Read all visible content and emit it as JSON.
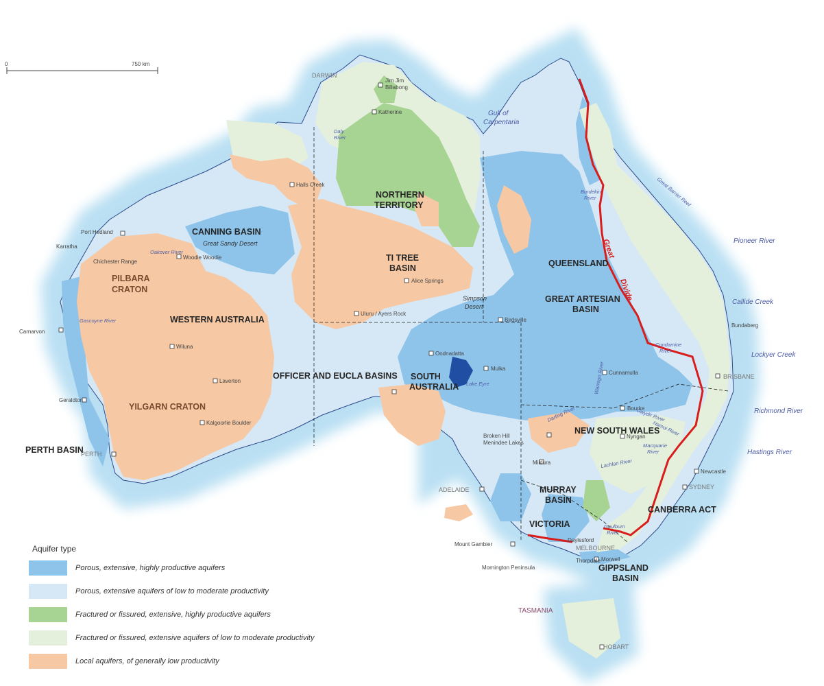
{
  "scale": {
    "start": "0",
    "end": "750 km"
  },
  "legend": {
    "title": "Aquifer type",
    "items": [
      {
        "label": "Porous, extensive, highly productive aquifers",
        "color": "#8ec3ea"
      },
      {
        "label": "Porous, extensive aquifers of low to moderate productivity",
        "color": "#d6e8f6"
      },
      {
        "label": "Fractured or fissured, extensive, highly productive aquifers",
        "color": "#a7d493"
      },
      {
        "label": "Fractured or fissured, extensive aquifers of low to moderate productivity",
        "color": "#e4f0dc"
      },
      {
        "label": "Local aquifers, of generally low productivity",
        "color": "#f6c8a4"
      }
    ]
  },
  "regions": {
    "canning": "CANNING BASIN",
    "pilbara1": "PILBARA",
    "pilbara2": "CRATON",
    "wa": "WESTERN AUSTRALIA",
    "yilgarn": "YILGARN CRATON",
    "perth_basin": "PERTH BASIN",
    "officer": "OFFICER AND EUCLA BASINS",
    "nt1": "NORTHERN",
    "nt2": "TERRITORY",
    "titree1": "TI TREE",
    "titree2": "BASIN",
    "qld": "QUEENSLAND",
    "gab1": "GREAT ARTESIAN",
    "gab2": "BASIN",
    "sa1": "SOUTH",
    "sa2": "AUSTRALIA",
    "nsw": "NEW SOUTH WALES",
    "murray1": "MURRAY",
    "murray2": "BASIN",
    "vic": "VICTORIA",
    "canberra": "CANBERRA  ACT",
    "gipps1": "GIPPSLAND",
    "gipps2": "BASIN",
    "tasmania": "TASMANIA"
  },
  "places": {
    "darwin": "DARWIN",
    "jimjim1": "Jim Jim",
    "jimjim2": "Billabong",
    "katherine": "Katherine",
    "hallscreek": "Halls Creek",
    "porthedland": "Port Hedland",
    "karratha": "Karratha",
    "chichester": "Chichester Range",
    "woodie": "Woodie Woodie",
    "carnarvon": "Carnarvon",
    "wiluna": "Wiluna",
    "laverton": "Laverton",
    "geraldton": "Geraldton",
    "kalgoorlie": "Kalgoorlie Boulder",
    "perth": "PERTH",
    "alice": "Alice Springs",
    "uluru": "Uluru / Ayers Rock",
    "birdsville": "Birdsville",
    "oodnadatta": "Oodnadatta",
    "mulka": "Mulka",
    "laketyre": "Lake Eyre",
    "cunnamulla": "Cunnamulla",
    "brisbane": "BRISBANE",
    "bundaberg": "Bundaberg",
    "bourke": "Bourke",
    "brokenhill1": "Broken Hill",
    "brokenhill2": "Menindee Lakes",
    "nyngan": "Nyngan",
    "mildura": "Mildura",
    "adelaide": "ADELAIDE",
    "newcastle": "Newcastle",
    "sydney": "SYDNEY",
    "mountgambier": "Mount Gambier",
    "daylesford": "Daylesford",
    "melbourne": "MELBOURNE",
    "morwell": "Morwell",
    "thorpdale": "Thorpdale",
    "mornington": "Mornington Peninsula",
    "hobart": "HOBART"
  },
  "water": {
    "gulf1": "Gulf of",
    "gulf2": "Carpentaria",
    "reef": "Great Barrier Reef",
    "pioneer": "Pioneer River",
    "callide": "Callide Creek",
    "lockyer": "Lockyer Creek",
    "richmond": "Richmond River",
    "hastings": "Hastings River"
  },
  "rivers": {
    "daly1": "Daly",
    "daly2": "River",
    "burdekin1": "Burdekin",
    "burdekin2": "River",
    "condamine1": "Condamine",
    "condamine2": "River",
    "darling": "Darling River",
    "warrego": "Warrego River",
    "namoi": "Namoi River",
    "gwydir": "Gwydir River",
    "macquarie1": "Macquarie",
    "macquarie2": "River",
    "lachlan": "Lachlan River",
    "goulburn1": "Goulburn",
    "goulburn2": "River",
    "oakover": "Oakover River",
    "gascoyne": "Gascoyne River"
  },
  "deserts": {
    "sandy": "Great Sandy Desert",
    "simpson1": "Simpson",
    "simpson2": "Desert"
  },
  "divide": {
    "a": "Great",
    "b": "Divide"
  }
}
